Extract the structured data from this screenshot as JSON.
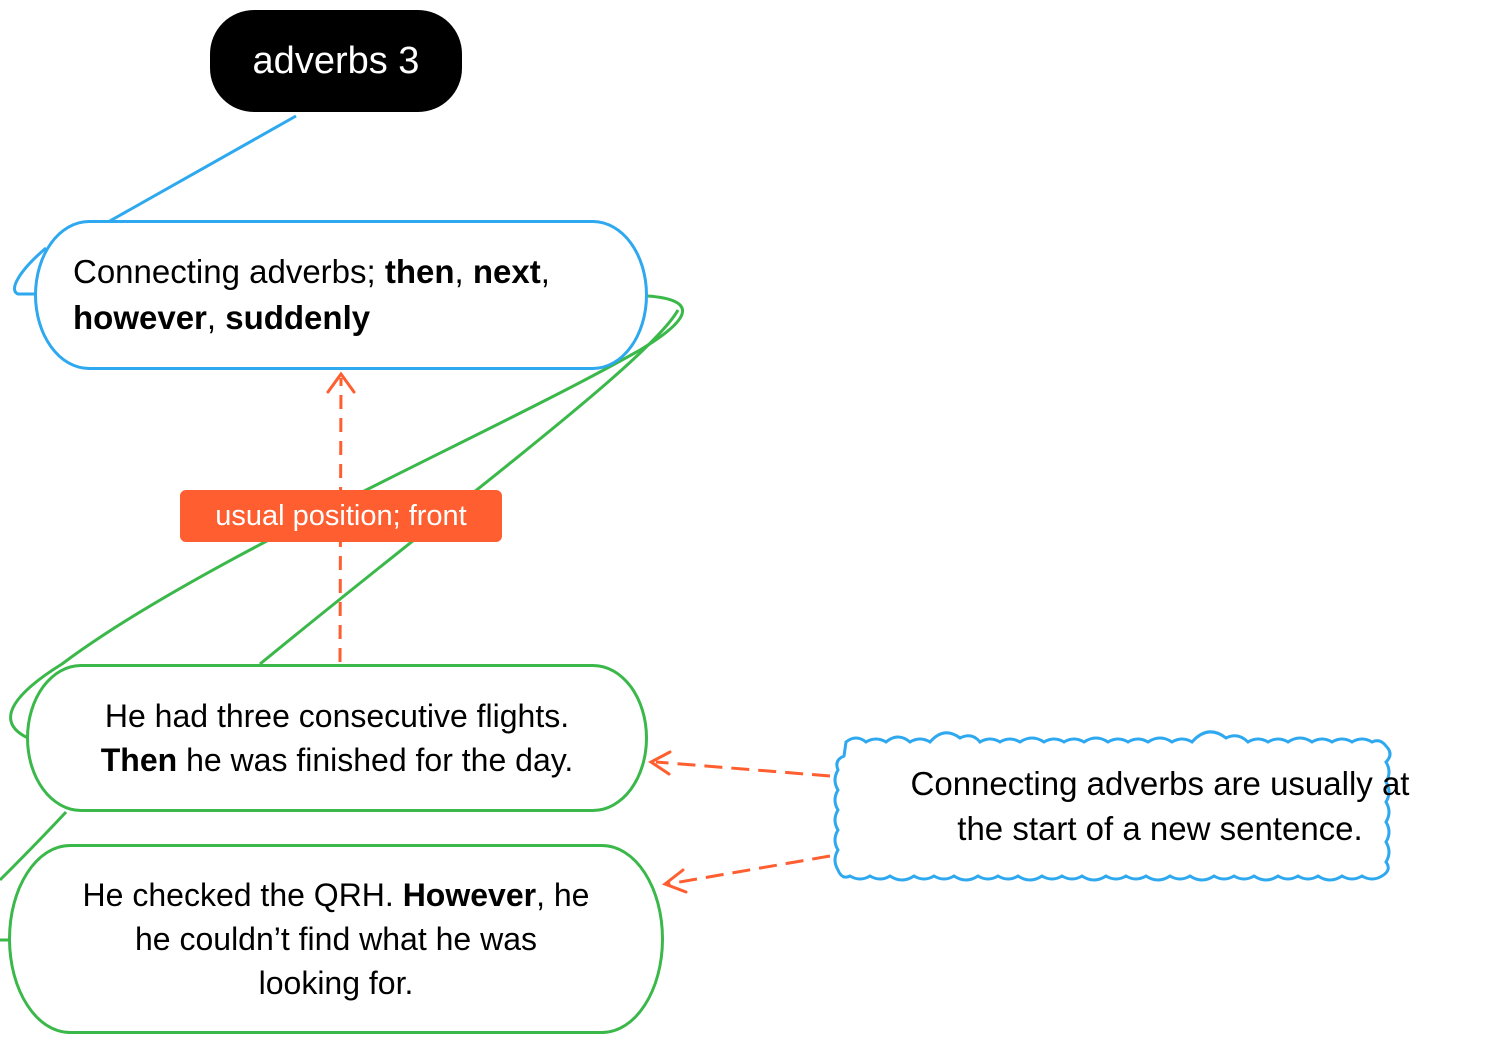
{
  "colors": {
    "root_bg": "#000000",
    "root_text": "#ffffff",
    "topic_border": "#2ea8ef",
    "example_border": "#3bb84a",
    "relation_color": "#fe5e30",
    "callout_border": "#2ea8ef"
  },
  "root": {
    "label": "adverbs 3"
  },
  "topic": {
    "text_plain": "Connecting adverbs; ",
    "bold_1": "then",
    "sep_1": ", ",
    "bold_2": "next",
    "sep_2": ",",
    "bold_3": "however",
    "sep_3": ", ",
    "bold_4": "suddenly"
  },
  "relationship": {
    "label": "usual position; front"
  },
  "examples": [
    {
      "line1": "He had three consecutive flights.",
      "bold": "Then",
      "rest": " he was finished for the day."
    },
    {
      "pre": "He checked the QRH. ",
      "bold": "However",
      "post": ", he",
      "line2": "he couldn’t find what he was",
      "line3": "looking for."
    }
  ],
  "callout": {
    "line1": "Connecting adverbs are usually at",
    "line2": "the start of a new sentence."
  },
  "icons": {
    "arrow_up": "arrowhead-icon",
    "arrow_left": "arrowhead-icon"
  }
}
